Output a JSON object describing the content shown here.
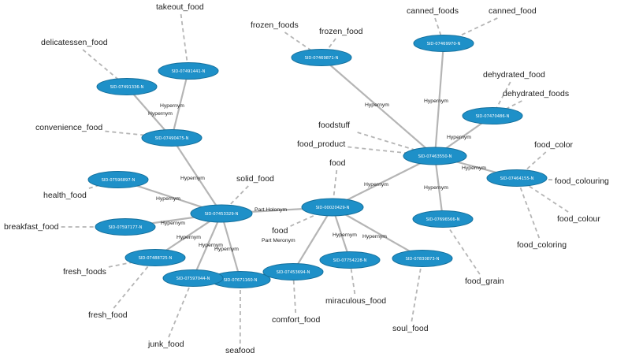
{
  "nodes": [
    {
      "id": "n07491441",
      "label": "SID-07491441-N"
    },
    {
      "id": "n07491336",
      "label": "SID-07491336-N"
    },
    {
      "id": "n07490475",
      "label": "SID-07490475-N"
    },
    {
      "id": "n07596897",
      "label": "SID-07596897-N"
    },
    {
      "id": "n07453329",
      "label": "SID-07453329-N"
    },
    {
      "id": "n07597177",
      "label": "SID-07597177-N"
    },
    {
      "id": "n07488725",
      "label": "SID-07488725-N"
    },
    {
      "id": "n07671160",
      "label": "SID-07671160-N"
    },
    {
      "id": "n07597044",
      "label": "SID-07597044-N"
    },
    {
      "id": "n07453694",
      "label": "SID-07453694-N"
    },
    {
      "id": "n07754228",
      "label": "SID-07754228-N"
    },
    {
      "id": "n00020429",
      "label": "SID-00020429-N"
    },
    {
      "id": "n07830873",
      "label": "SID-07830873-N"
    },
    {
      "id": "n07463550",
      "label": "SID-07463550-N"
    },
    {
      "id": "n07469871",
      "label": "SID-07469871-N"
    },
    {
      "id": "n07469970",
      "label": "SID-07469970-N"
    },
    {
      "id": "n07470486",
      "label": "SID-07470486-N"
    },
    {
      "id": "n07464155",
      "label": "SID-07464155-N"
    },
    {
      "id": "n07696566",
      "label": "SID-07696566-N"
    }
  ],
  "relations": [
    {
      "from": "n07491336",
      "to": "n07490475",
      "label": "Hypernym"
    },
    {
      "from": "n07491441",
      "to": "n07490475",
      "label": "Hypernym"
    },
    {
      "from": "n07490475",
      "to": "n07453329",
      "label": "Hypernym"
    },
    {
      "from": "n07596897",
      "to": "n07453329",
      "label": "Hypernym"
    },
    {
      "from": "n07597177",
      "to": "n07453329",
      "label": "Hypernym"
    },
    {
      "from": "n07488725",
      "to": "n07453329",
      "label": "Hypernym"
    },
    {
      "from": "n07597044",
      "to": "n07453329",
      "label": "Hypernym"
    },
    {
      "from": "n07671160",
      "to": "n07453329",
      "label": "Hypernym"
    },
    {
      "from": "n07453329",
      "to": "n00020429",
      "label": "Part Holonym"
    },
    {
      "from": "n07453694",
      "to": "n00020429",
      "label": "Part Meronym"
    },
    {
      "from": "n07754228",
      "to": "n00020429",
      "label": "Hypernym"
    },
    {
      "from": "n07830873",
      "to": "n00020429",
      "label": "Hypernym"
    },
    {
      "from": "n00020429",
      "to": "n07463550",
      "label": "Hypernym"
    },
    {
      "from": "n07469871",
      "to": "n07463550",
      "label": "Hypernym"
    },
    {
      "from": "n07469970",
      "to": "n07463550",
      "label": "Hypernym"
    },
    {
      "from": "n07470486",
      "to": "n07463550",
      "label": "Hypernym"
    },
    {
      "from": "n07464155",
      "to": "n07463550",
      "label": "Hypernym"
    },
    {
      "from": "n07696566",
      "to": "n07463550",
      "label": "Hypernym"
    }
  ],
  "terms": [
    {
      "text": "takeout_food",
      "node": "n07491441"
    },
    {
      "text": "delicatessen_food",
      "node": "n07491336"
    },
    {
      "text": "convenience_food",
      "node": "n07490475"
    },
    {
      "text": "health_food",
      "node": "n07596897"
    },
    {
      "text": "solid_food",
      "node": "n07453329"
    },
    {
      "text": "breakfast_food",
      "node": "n07597177"
    },
    {
      "text": "fresh_foods",
      "node": "n07488725"
    },
    {
      "text": "fresh_food",
      "node": "n07488725"
    },
    {
      "text": "junk_food",
      "node": "n07597044"
    },
    {
      "text": "seafood",
      "node": "n07671160"
    },
    {
      "text": "food",
      "node": "n00020429"
    },
    {
      "text": "food",
      "node": "n00020429"
    },
    {
      "text": "comfort_food",
      "node": "n07453694"
    },
    {
      "text": "miraculous_food",
      "node": "n07754228"
    },
    {
      "text": "soul_food",
      "node": "n07830873"
    },
    {
      "text": "frozen_foods",
      "node": "n07469871"
    },
    {
      "text": "frozen_food",
      "node": "n07469871"
    },
    {
      "text": "canned_foods",
      "node": "n07469970"
    },
    {
      "text": "canned_food",
      "node": "n07469970"
    },
    {
      "text": "dehydrated_food",
      "node": "n07470486"
    },
    {
      "text": "dehydrated_foods",
      "node": "n07470486"
    },
    {
      "text": "foodstuff",
      "node": "n07463550"
    },
    {
      "text": "food_product",
      "node": "n07463550"
    },
    {
      "text": "food_color",
      "node": "n07464155"
    },
    {
      "text": "food_colouring",
      "node": "n07464155"
    },
    {
      "text": "food_colour",
      "node": "n07464155"
    },
    {
      "text": "food_coloring",
      "node": "n07464155"
    },
    {
      "text": "food_grain",
      "node": "n07696566"
    }
  ]
}
